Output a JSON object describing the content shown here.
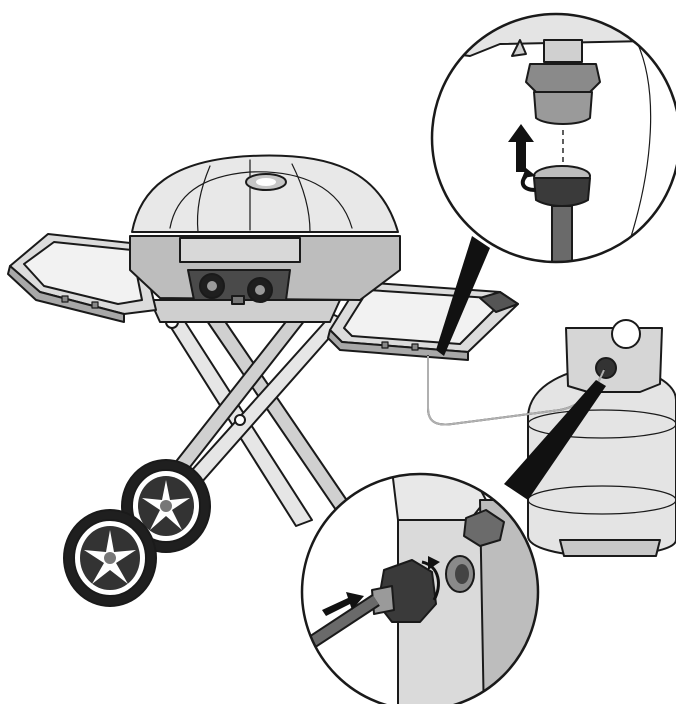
{
  "diagram": {
    "palette": {
      "outline": "#1a1a1a",
      "light_fill": "#e6e6e6",
      "mid_fill": "#c8c8c8",
      "dark_fill": "#8c8c8c",
      "darkest_fill": "#555555",
      "background": "#ffffff"
    },
    "parts": {
      "grill": "portable-gas-grill",
      "stand": "folding-x-stand",
      "wheels": 2,
      "tank": "propane-cylinder",
      "hose": "gas-supply-hose",
      "callouts": 2
    },
    "arrows": {
      "top_detail": "arrow-up",
      "bottom_detail": "arrow-right"
    }
  }
}
